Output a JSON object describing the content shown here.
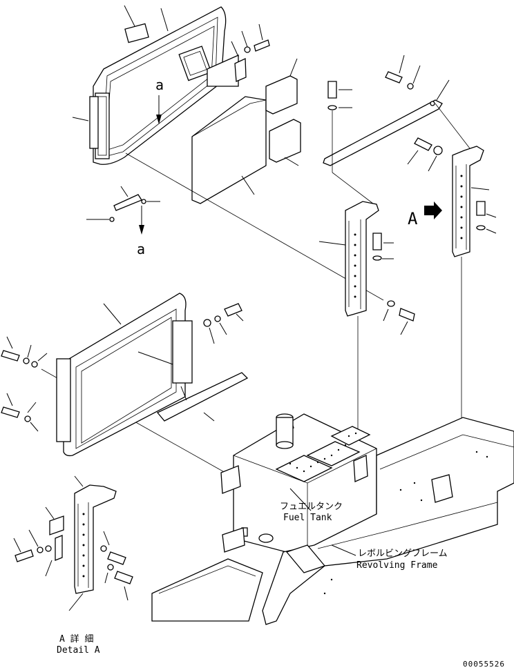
{
  "labels": {
    "view_letter_a_top": "a",
    "view_letter_a_bottom": "a",
    "view_arrow_A": "A",
    "fuel_tank_jp": "フュエルタンク",
    "fuel_tank_en": "Fuel Tank",
    "revolving_frame_jp": "レボルビングフレーム",
    "revolving_frame_en": "Revolving Frame",
    "detail_jp": "A 詳 細",
    "detail_en": "Detail A",
    "drawing_number": "00055526"
  }
}
